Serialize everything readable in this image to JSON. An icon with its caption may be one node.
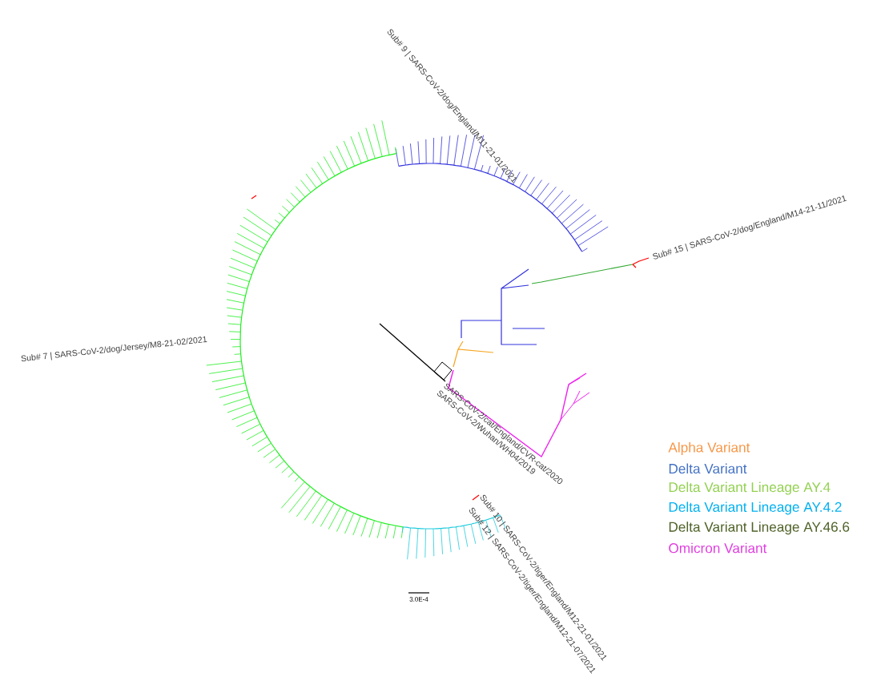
{
  "diagram": {
    "labels": [
      "Sub# 9 | SARS-CoV-2/dog/England/M11-21-01/2021",
      "Sub# 15 | SARS-CoV-2/dog/England/M14-21-11/2021",
      "Sub# 7 | SARS-CoV-2/dog/Jersey/M8-21-02/2021",
      "SARS-CoV-2/cat/England/CVR-cat/2020",
      "SARS-CoV-2/Wuhan/WH04/2019",
      "Sub# 10 | SARS-CoV-2/tiger/England/M12-21-01/2021",
      "Sub# 12 | SARS-CoV-2/tiger/England/M12-21-07/2021",
      "3.0E-4"
    ],
    "legend": [
      {
        "text": "Alpha Variant",
        "color": "#f79646"
      },
      {
        "text": "Delta Variant",
        "color": "#4472c4"
      },
      {
        "text": "Delta Variant Lineage AY.4",
        "color": "#92d050"
      },
      {
        "text": "Delta Variant Lineage AY.4.2",
        "color": "#00b0f0"
      },
      {
        "text": "Delta Variant Lineage AY.46.6",
        "color": "#4f6228"
      },
      {
        "text": "Omicron Variant",
        "color": "#e040e0"
      }
    ]
  }
}
